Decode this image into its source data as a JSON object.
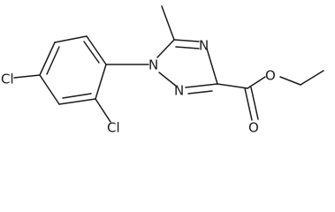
{
  "molecule": {
    "atom_labels": {
      "n1": "N",
      "n2": "N",
      "n4": "N",
      "o_carbonyl": "O",
      "o_ester": "O",
      "cl_ortho": "Cl",
      "cl_para": "Cl"
    }
  }
}
